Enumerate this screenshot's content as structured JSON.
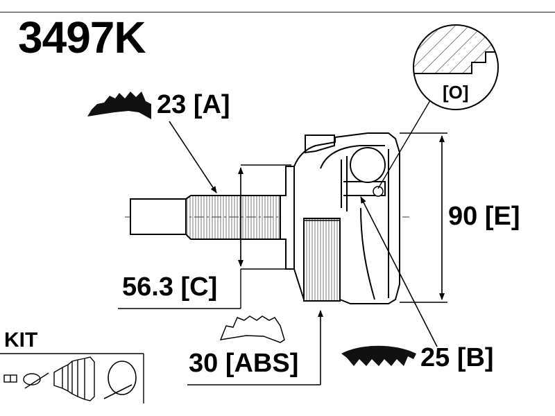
{
  "part_number": "3497K",
  "labels": {
    "teeth_a": "23 [A]",
    "diameter_c": "56.3 [C]",
    "abs": "30 [ABS]",
    "teeth_b": "25 [B]",
    "diameter_e": "90 [E]",
    "detail_o": "[O]",
    "kit": "KIT"
  },
  "icons": [
    "spline-profile-icon",
    "abs-ring-profile-icon",
    "inner-spline-icon",
    "nut-icon",
    "clip-icon",
    "boot-icon",
    "clamp-icon"
  ]
}
